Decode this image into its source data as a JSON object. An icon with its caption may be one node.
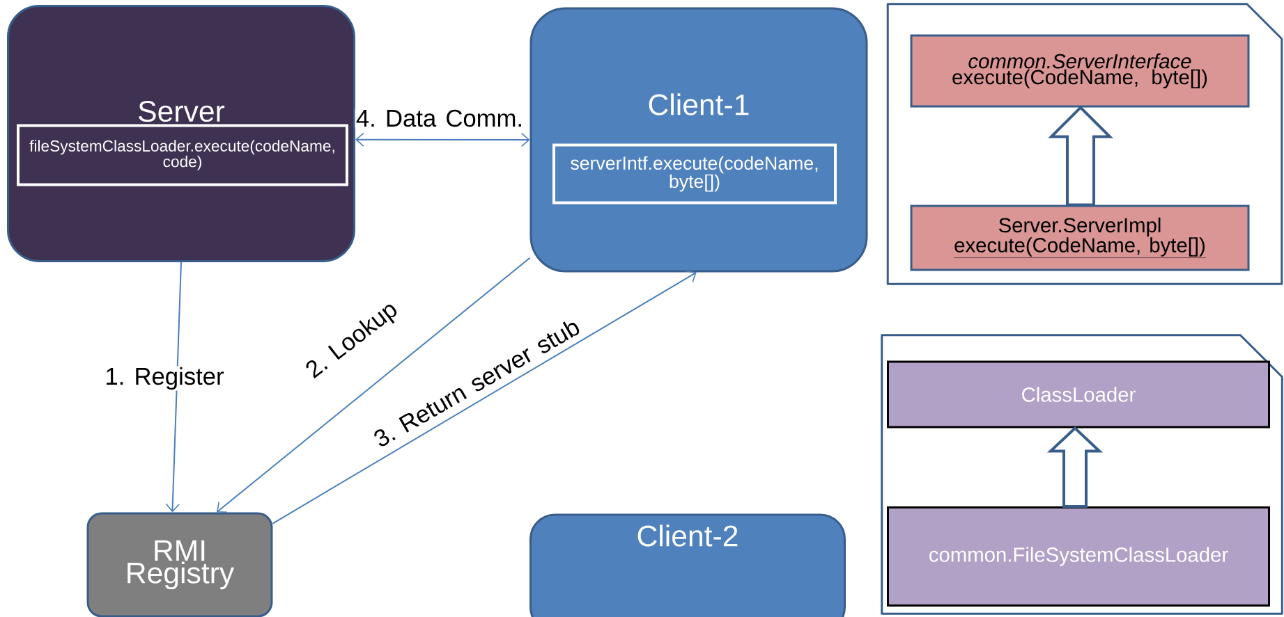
{
  "diagram": {
    "nodes": [
      {
        "text": [
          "Server"
        ]
      },
      {
        "text": [
          "fileSystemClassLoader.execute(codeName, code)"
        ],
        "in": 0
      },
      {
        "text": [
          "Client-1"
        ]
      },
      {
        "text": [
          "serverIntf.execute(codeName, byte[])"
        ],
        "in": 2
      },
      {
        "text": [
          "RMI Registry"
        ]
      },
      {
        "text": [
          "Client-2"
        ]
      },
      {
        "text": [],
        "shape": "box"
      },
      {
        "text": [
          "common.ServerInterface",
          "execute(CodeName, byte[])"
        ],
        "in": 6
      },
      {
        "text": [
          "Server.ServerImpl",
          "execute(CodeName, byte[])"
        ],
        "in": 6
      },
      {
        "text": [],
        "shape": "box"
      },
      {
        "text": [
          "ClassLoader"
        ],
        "in": 9
      },
      {
        "text": [
          "common.FileSystemClassLoader"
        ],
        "in": 9
      }
    ],
    "edges": [
      {
        "from": 0,
        "to": 4,
        "arrow": "to",
        "label": "1. Register"
      },
      {
        "from": 2,
        "to": 4,
        "arrow": "to",
        "label": "2. Lookup"
      },
      {
        "from": 4,
        "to": 2,
        "arrow": "to",
        "label": "3. Return server stub"
      },
      {
        "from": 0,
        "to": 2,
        "arrow": "both",
        "label": "4. Data Comm."
      },
      {
        "from": 8,
        "to": 7,
        "arrow": "to",
        "style": "thick"
      },
      {
        "from": 11,
        "to": 10,
        "arrow": "to",
        "style": "thick"
      }
    ]
  }
}
